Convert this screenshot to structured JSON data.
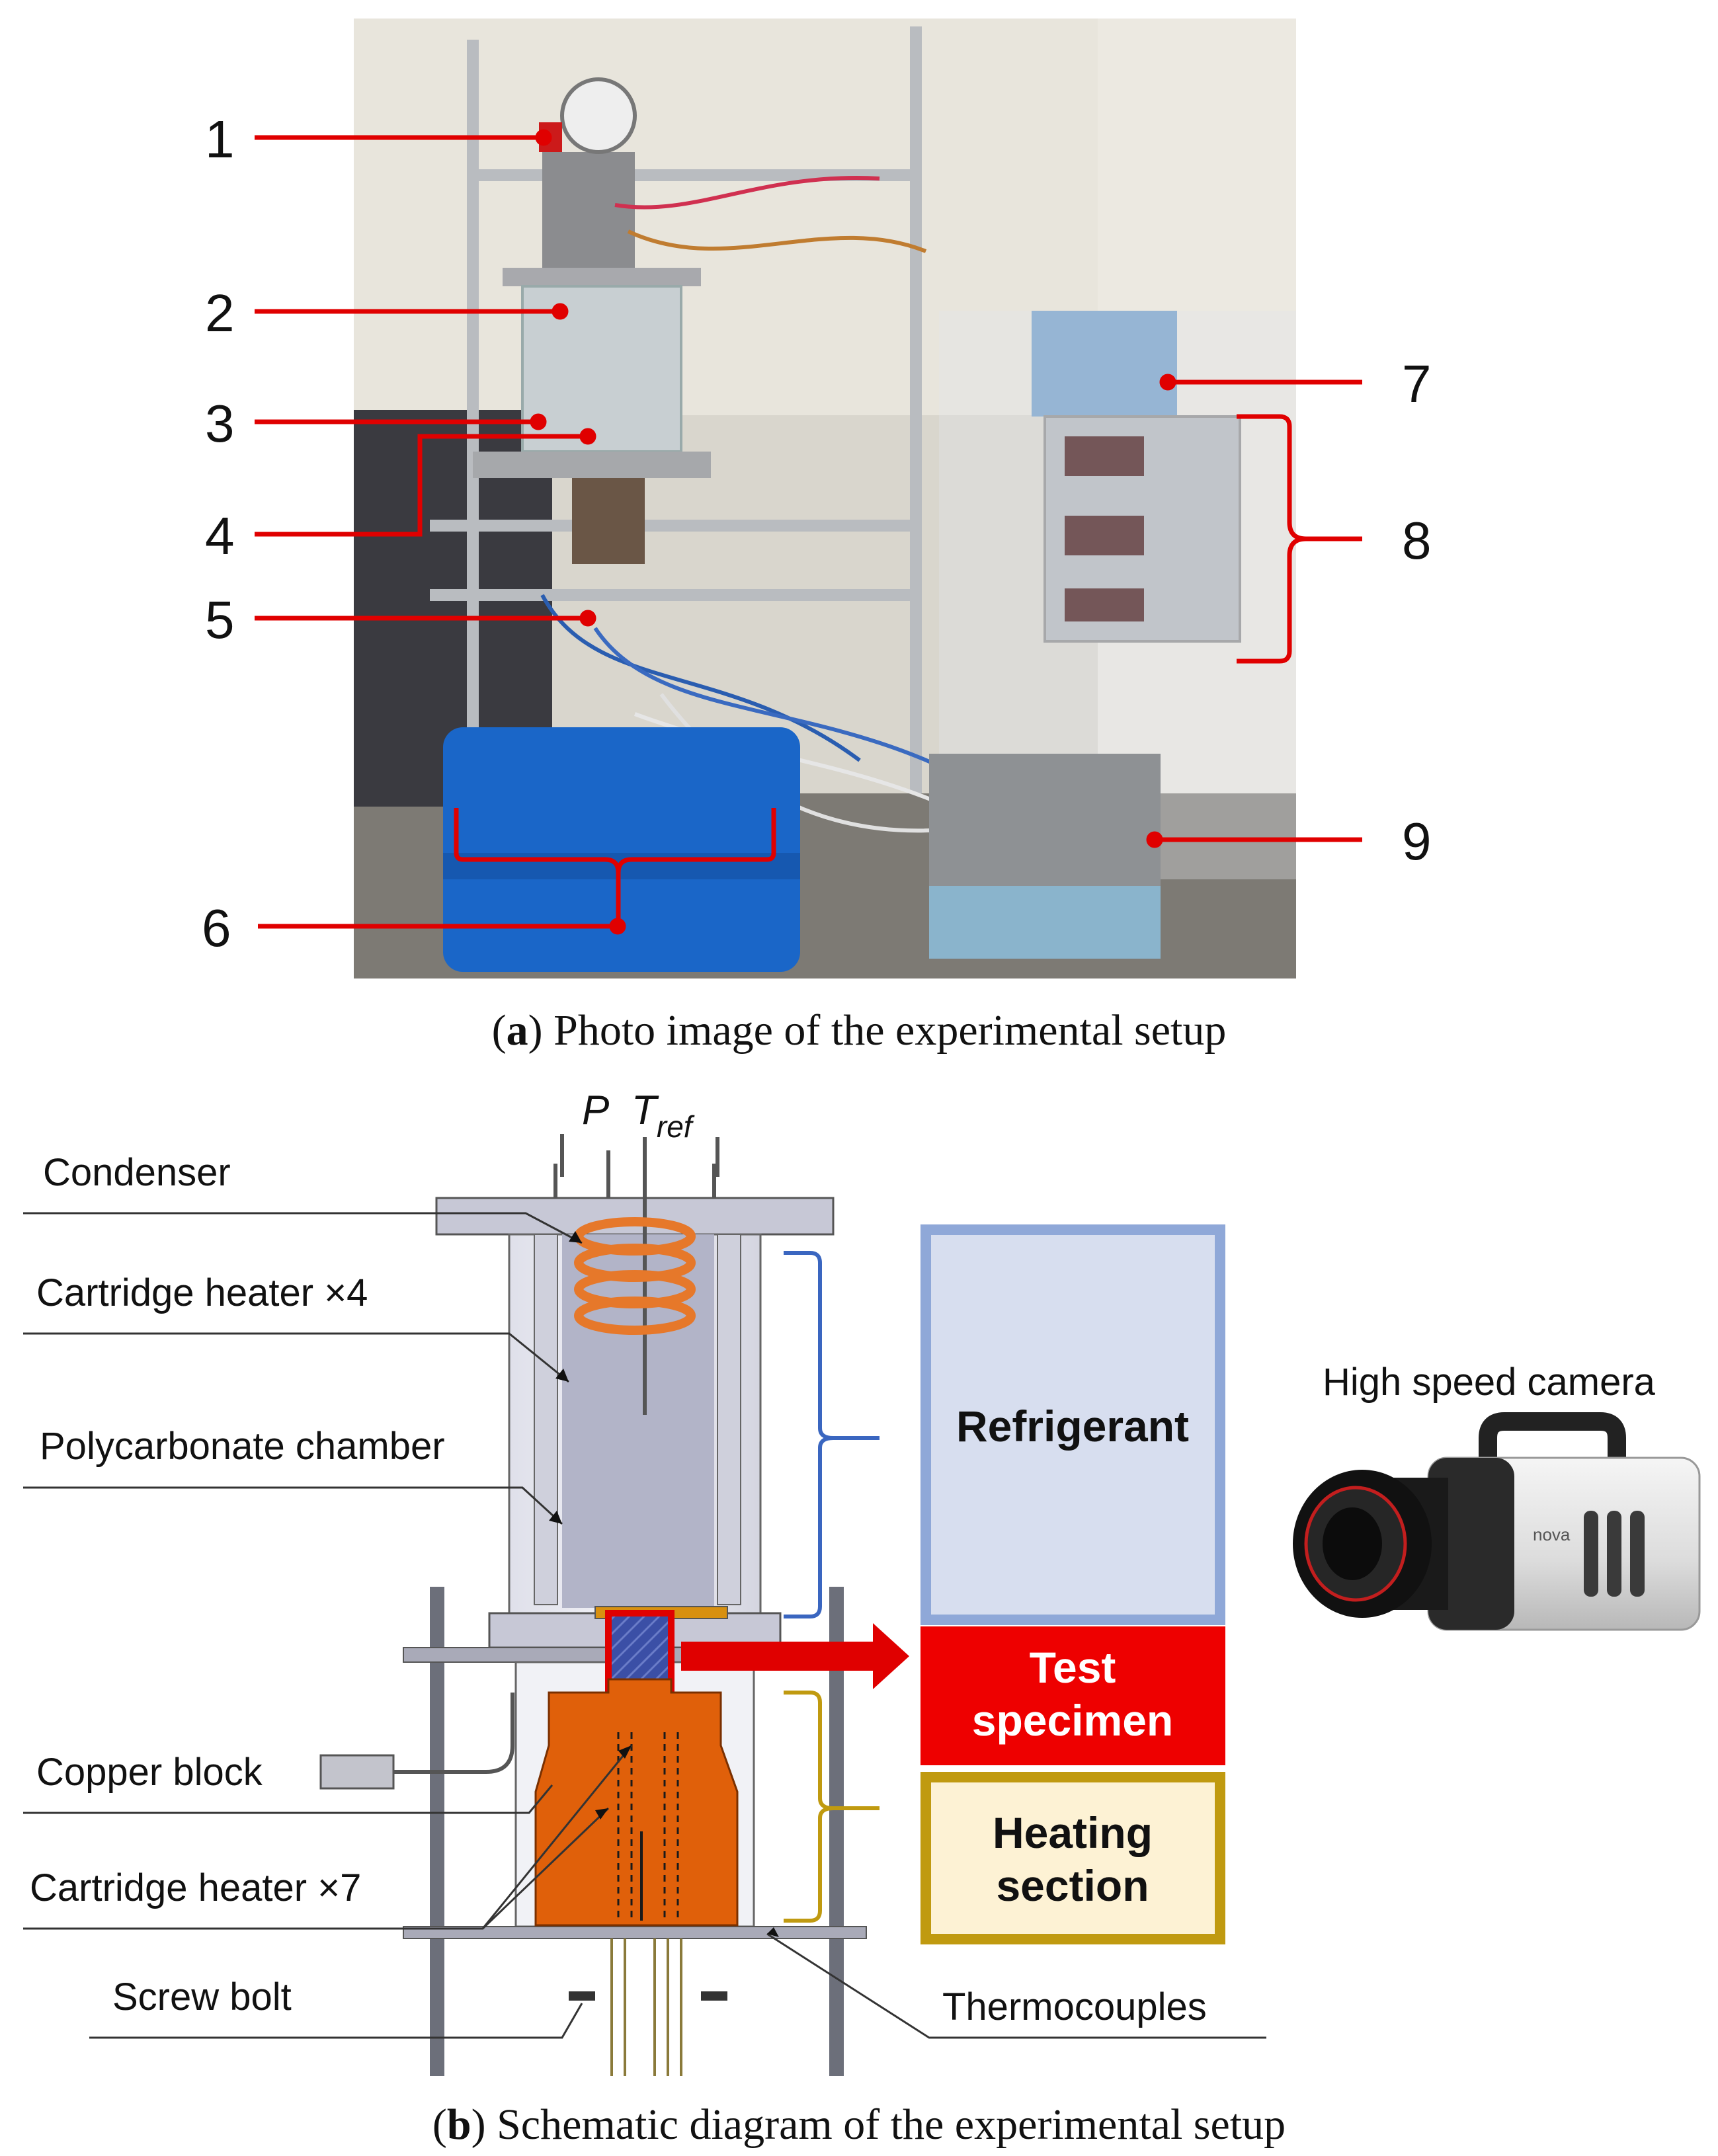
{
  "panel_a": {
    "callouts": [
      "1",
      "2",
      "3",
      "4",
      "5",
      "6",
      "7",
      "8",
      "9"
    ],
    "caption_letter": "a",
    "caption_text": "Photo image of the experimental setup"
  },
  "panel_b": {
    "symbols": {
      "pressure": "P",
      "temperature": "T",
      "temperature_sub": "ref"
    },
    "left_labels": {
      "condenser": "Condenser",
      "cartridge_heater_4": "Cartridge heater ×4",
      "polycarbonate_chamber": "Polycarbonate chamber",
      "copper_block": "Copper block",
      "cartridge_heater_7": "Cartridge heater ×7",
      "screw_bolt": "Screw bolt"
    },
    "thermocouples": "Thermocouples",
    "boxes": {
      "refrigerant": "Refrigerant",
      "test_specimen_1": "Test",
      "test_specimen_2": "specimen",
      "heating_1": "Heating",
      "heating_2": "section"
    },
    "camera": {
      "label": "High speed camera",
      "brand": "nova"
    },
    "caption_letter": "b",
    "caption_text": "Schematic diagram of the experimental setup",
    "colors": {
      "refrigerant_border": "#8fa8d8",
      "refrigerant_fill": "#d7deef",
      "specimen_fill": "#ee0000",
      "heating_border": "#c09a10",
      "heating_fill": "#fdf2d4",
      "copper": "#e0600a",
      "coil": "#e6782a",
      "leader_red": "#e00000"
    }
  }
}
